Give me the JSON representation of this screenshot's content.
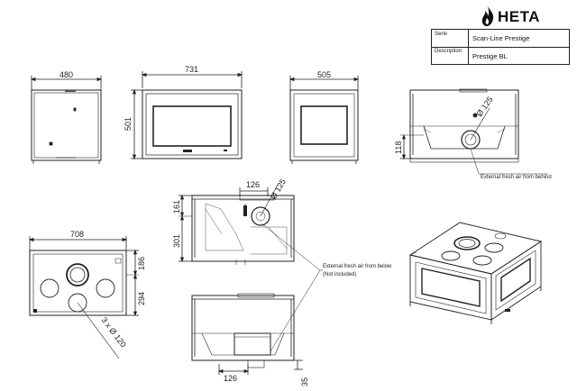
{
  "brand": {
    "name": "HETA",
    "icon": "flame-icon"
  },
  "info": {
    "serie_label": "Serie",
    "serie_value": "Scan-Line Prestige",
    "description_label": "Description",
    "description_value": "Prestige BL"
  },
  "dimensions": {
    "front_width": "480",
    "top_width": "731",
    "height": "501",
    "side_width": "505",
    "rear_depth": "118",
    "top_125": "126",
    "side_161": "161",
    "side_301": "301",
    "bottom_708": "708",
    "right_186": "186",
    "right_294": "294",
    "bottom_126": "126",
    "bottom_35": "35"
  },
  "diameters": {
    "rear_pipe": "Ø 125",
    "side_pipe": "Ø 125",
    "bottom_holes": "3 x Ø 120"
  },
  "notes": {
    "fresh_air_behind": "External fresh air from behind",
    "fresh_air_below_line1": "External fresh air from below",
    "fresh_air_below_line2": "(Not included)"
  }
}
